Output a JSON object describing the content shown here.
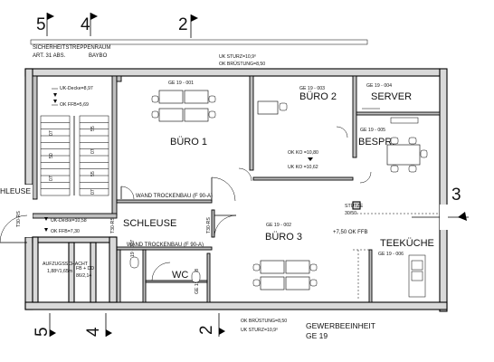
{
  "section_markers": {
    "top": [
      "5",
      "4",
      "2"
    ],
    "bottom": [
      "5",
      "4",
      "2"
    ],
    "right": "3"
  },
  "header": {
    "sicherheit_line1": "SICHERHEITSTREPPENRAUM",
    "sicherheit_line2": "ART. 31 ABS.",
    "sicherheit_line3": "BAYBO",
    "uk_sturz_top": "UK STURZ=10,9⁰",
    "ok_bruestung_top": "OK BRÜSTUNG=8,50"
  },
  "stair": {
    "uk_decke": "UK-Decke=8,97",
    "ok_ffb": "OK FFB=5,69",
    "steps": [
      "07",
      "50",
      "07",
      "55",
      "07",
      "55",
      "07"
    ]
  },
  "rooms": {
    "buro1": "BÜRO 1",
    "buro2": "BÜRO 2",
    "buro3": "BÜRO 3",
    "server": "SERVER",
    "bespr": "BESPR.",
    "schleuse": "SCHLEUSE",
    "schleuse_left": "HLEUSE",
    "wc": "WC",
    "teekueche": "TEEKÜCHE",
    "aufzug": "AUFZUGSSCHACHT",
    "aufzug_dims": "1,88⁰/1,65m"
  },
  "tags": {
    "ge_buro1": "GE 19 - 001",
    "ge_buro2": "GE 19 - 003",
    "ge_server": "GE 19 - 004",
    "ge_bespr": "GE 19 - 005",
    "ge_buro3": "GE 19 - 002",
    "ge_teekueche": "GE 19 - 006",
    "ge_wc": "GE 19 - 007",
    "ge_wc_b": "GE 19 - 008"
  },
  "annotations": {
    "wand1": "WAND TROCKENBAU (F 90-A)",
    "wand2": "WAND TROCKENBAU (F 90-A)",
    "ok_ko": "OK KO =10,80",
    "uk_ko": "UK KO =10,62",
    "stuetze": "STÜTZE",
    "stuetze_dim": "30/50",
    "ok_ffb_main": "+7,50 OK FFB",
    "uk_decke_lower": "UK-Decke=10,58",
    "ok_ffb_lower": "OK FFB=7,30",
    "fb_dd": "FB + DD",
    "fb_dd_val": "86/2,14",
    "t30_left": "T30-RS",
    "t30_mid": "T30-RS",
    "t30_right": "T30-RS",
    "ok_bruestung_bottom": "OK BRÜSTUNG=8,50",
    "uk_sturz_bottom": "UK STURZ=10,9⁰"
  },
  "unit": {
    "name": "GEWERBEEINHEIT",
    "code": "GE 19"
  }
}
